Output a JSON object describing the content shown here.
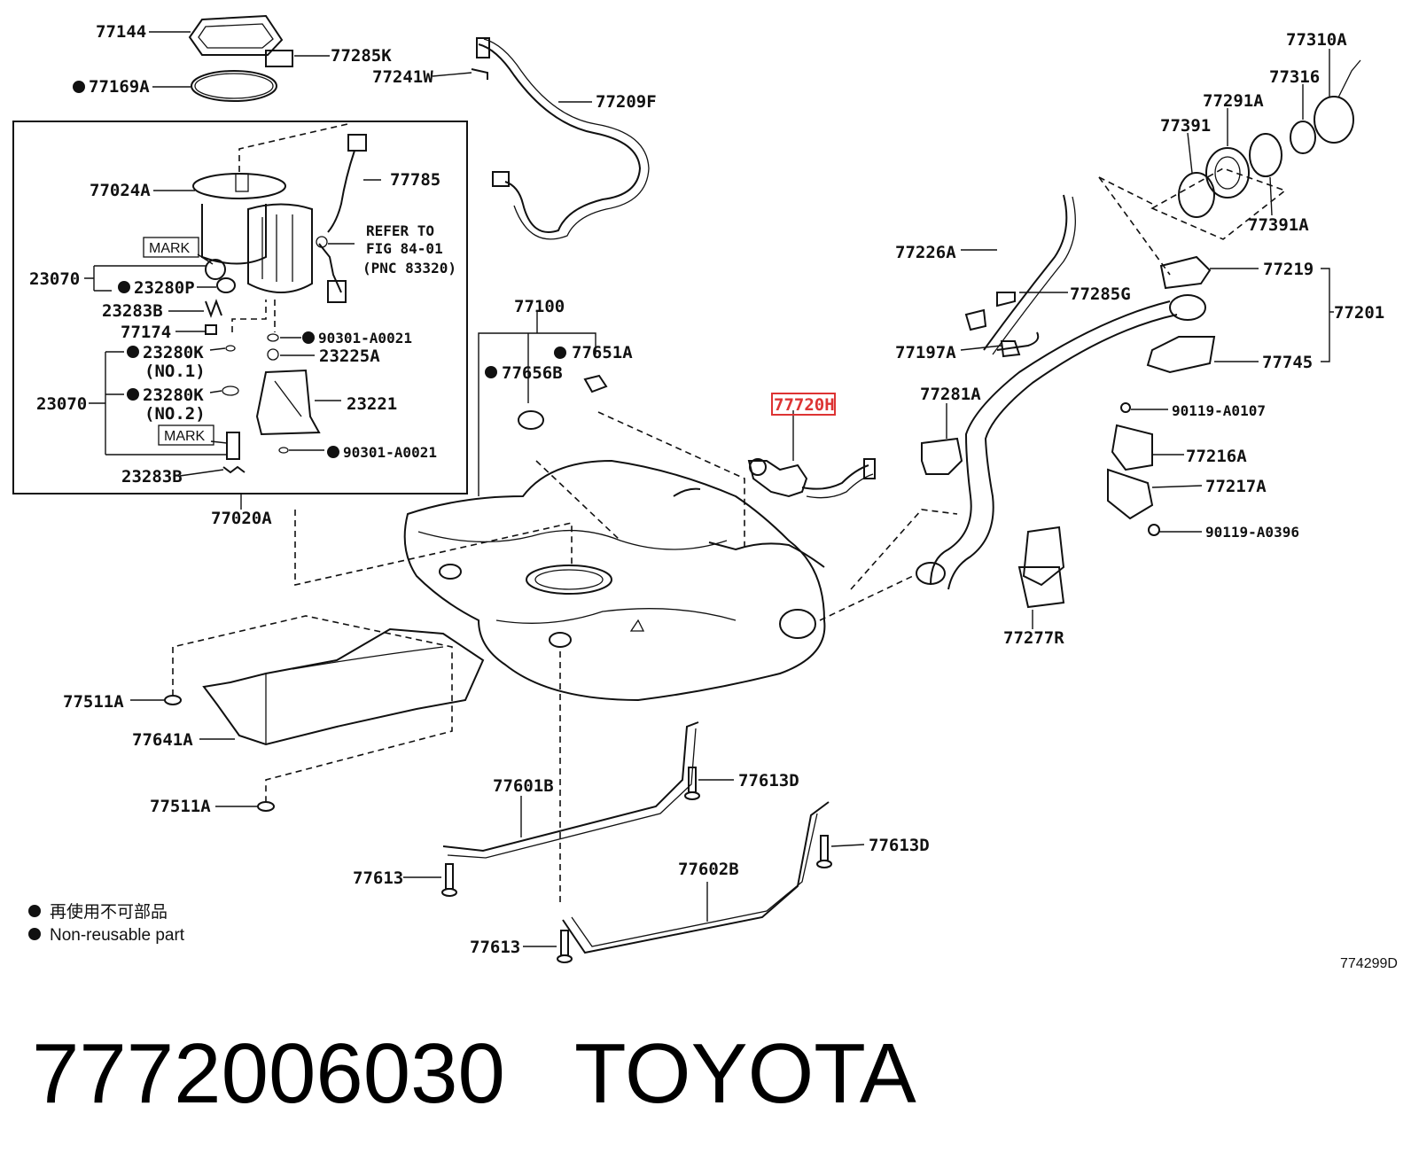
{
  "labels": {
    "l77144": "77144",
    "l77285K": "77285K",
    "l77169A": "77169A",
    "l77241W": "77241W",
    "l77209F": "77209F",
    "l77024A": "77024A",
    "l77785": "77785",
    "refer1": "REFER TO",
    "refer2": "FIG 84-01",
    "refer3": "(PNC 83320)",
    "mark1": "MARK",
    "mark2": "MARK",
    "l23070a": "23070",
    "l23280P": "23280P",
    "l23283Ba": "23283B",
    "l77174": "77174",
    "l90301a": "90301-A0021",
    "l23280K1": "23280K",
    "no1": "(NO.1)",
    "l23225A": "23225A",
    "l23070b": "23070",
    "l23280K2": "23280K",
    "no2": "(NO.2)",
    "l23221": "23221",
    "l90301b": "90301-A0021",
    "l23283Bb": "23283B",
    "l77020A": "77020A",
    "l77100": "77100",
    "l77651A": "77651A",
    "l77656B": "77656B",
    "l77720H": "77720H",
    "l77226A": "77226A",
    "l77285G": "77285G",
    "l77197A": "77197A",
    "l77281A": "77281A",
    "l77277R": "77277R",
    "l77310A": "77310A",
    "l77316": "77316",
    "l77291A": "77291A",
    "l77391": "77391",
    "l77391A": "77391A",
    "l77219": "77219",
    "l77201": "77201",
    "l77745": "77745",
    "l90119a": "90119-A0107",
    "l77216A": "77216A",
    "l77217A": "77217A",
    "l90119b": "90119-A0396",
    "l77511Aa": "77511A",
    "l77641A": "77641A",
    "l77511Ab": "77511A",
    "l77601B": "77601B",
    "l77613Da": "77613D",
    "l77613a": "77613",
    "l77602B": "77602B",
    "l77613Db": "77613D",
    "l77613b": "77613"
  },
  "legend": {
    "jp": "再使用不可部品",
    "en": "Non-reusable part"
  },
  "figure_id": "774299D",
  "caption": {
    "part_number": "7772006030",
    "brand": "TOYOTA"
  },
  "highlight_color": "#dd3333"
}
